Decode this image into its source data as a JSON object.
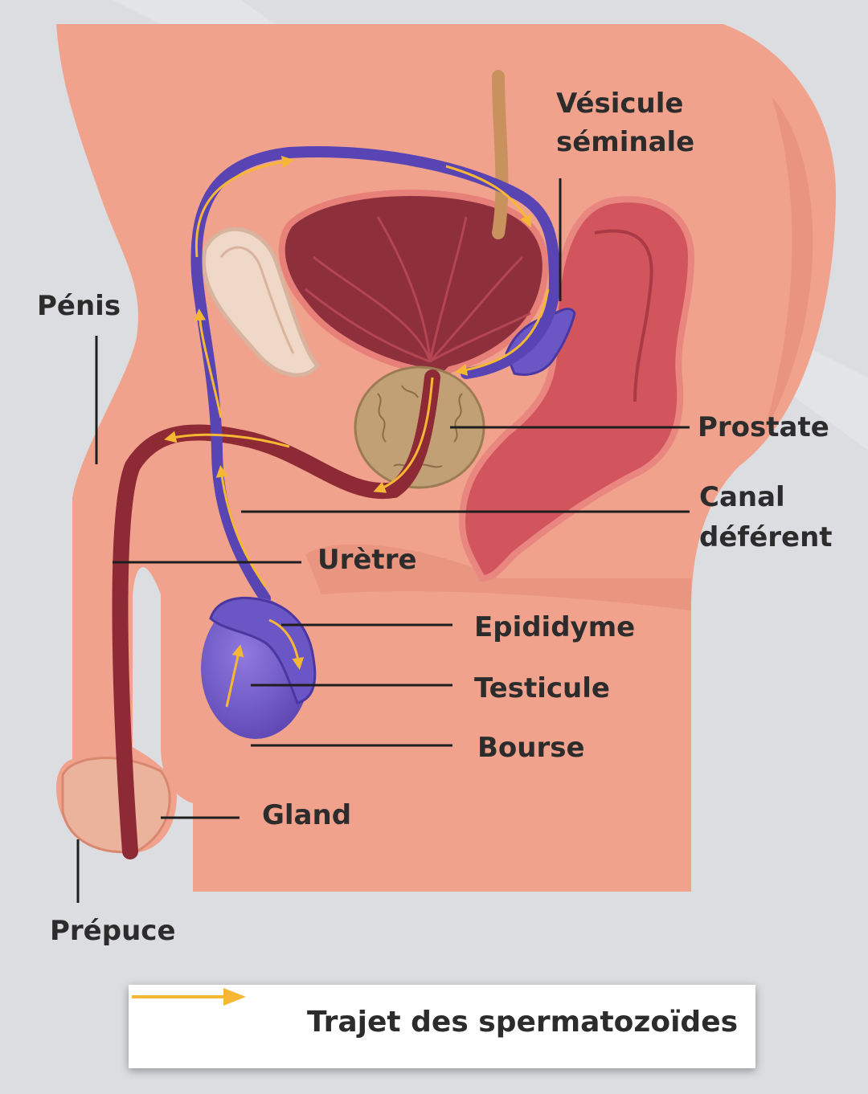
{
  "labels": {
    "vesicule_line1": "Vésicule",
    "vesicule_line2": "séminale",
    "penis": "Pénis",
    "prostate": "Prostate",
    "canal_line1": "Canal",
    "canal_line2": "déférent",
    "uretre": "Urètre",
    "epididyme": "Epididyme",
    "testicule": "Testicule",
    "bourse": "Bourse",
    "gland": "Gland",
    "prepuce": "Prépuce"
  },
  "legend": {
    "text": "Trajet des spermatozoïdes",
    "arrow_color": "#f6b734"
  },
  "colors": {
    "skin": "#f1a28d",
    "skin_shadow": "#e58e7a",
    "sperm_duct": "#5944b4",
    "path_arrow": "#f6b734",
    "bladder": "#8e2f3c",
    "rectum": "#d2555d",
    "prostate": "#c0a074",
    "testicle": "#7059c6",
    "urethra": "#8e2a36"
  }
}
